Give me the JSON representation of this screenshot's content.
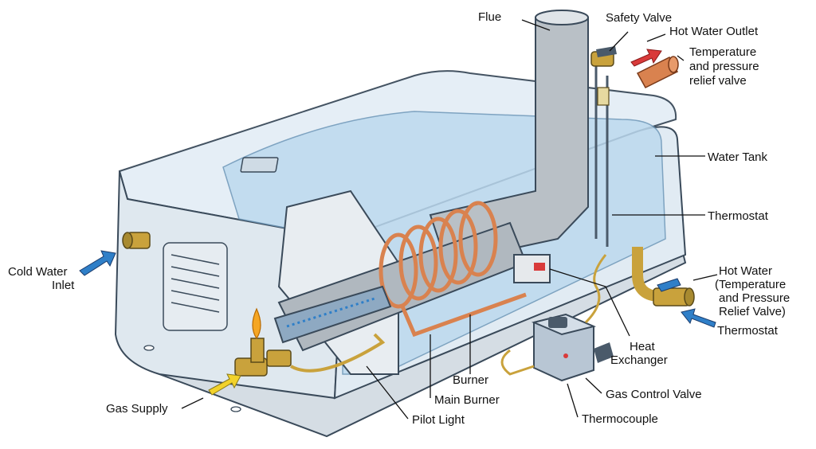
{
  "labels": {
    "flue": "Flue",
    "safety_valve": "Safety Valve",
    "hot_water_outlet": "Hot Water Outlet",
    "tp_relief_1": "Temperature",
    "tp_relief_2": "and pressure",
    "tp_relief_3": "relief valve",
    "water_tank": "Water Tank",
    "thermostat_top": "Thermostat",
    "hot_water_1": "Hot Water",
    "hot_water_2": "(Temperature",
    "hot_water_3": "and Pressure",
    "hot_water_4": "Relief Valve)",
    "thermostat_bottom": "Thermostat",
    "heat_exchanger_1": "Heat",
    "heat_exchanger_2": "Exchanger",
    "burner": "Burner",
    "main_burner": "Main Burner",
    "pilot_light": "Pilot Light",
    "gas_control_valve": "Gas Control Valve",
    "thermocouple": "Thermocouple",
    "gas_supply": "Gas Supply",
    "cold_water_1": "Cold Water",
    "cold_water_2": "Inlet"
  },
  "colors": {
    "tank_glass": "#e4eef6",
    "water": "#bcd9ee",
    "copper": "#d9824f",
    "pipe_grey": "#b9c0c6",
    "brass": "#c9a23c",
    "arrow_red": "#d93a3a",
    "arrow_blue": "#2f7fc8",
    "arrow_yellow": "#f2d22b",
    "flame": "#f5a623"
  }
}
